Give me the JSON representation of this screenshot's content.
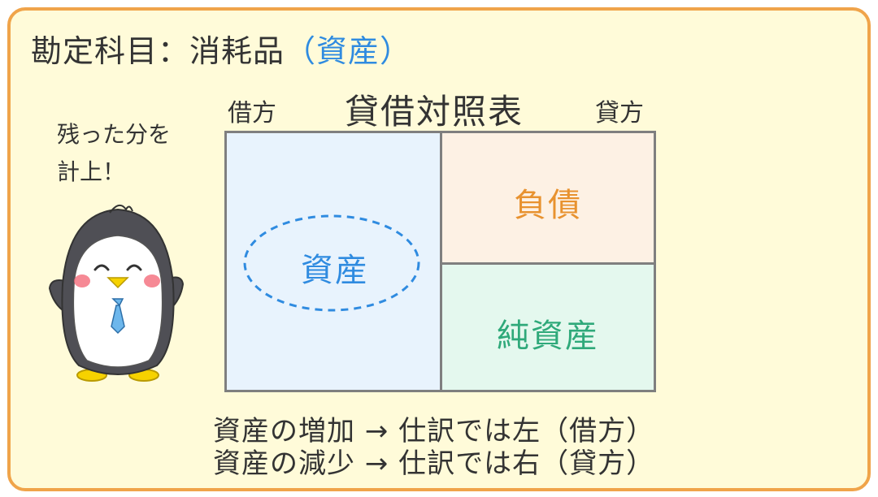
{
  "heading": {
    "prefix": "勘定科目：消耗品",
    "suffix": "（資産）"
  },
  "balance_sheet": {
    "title": "貸借対照表",
    "debit_label": "借方",
    "credit_label": "貸方",
    "assets": "資産",
    "liabilities": "負債",
    "net_assets": "純資産"
  },
  "speech": {
    "line1": "残った分を",
    "line2": "計上！"
  },
  "notes": [
    "資産の増加 → 仕訳では左（借方）",
    "資産の減少 → 仕訳では右（貸方）"
  ],
  "colors": {
    "frame": "#f0a44a",
    "background": "#fffbd9",
    "assets_fill": "#e8f3fd",
    "assets_text": "#2f8be0",
    "liabilities_fill": "#fdf1e4",
    "liabilities_text": "#e8922f",
    "net_assets_fill": "#e4f8ee",
    "net_assets_text": "#2fa97a"
  },
  "icons": [
    "penguin-mascot"
  ]
}
